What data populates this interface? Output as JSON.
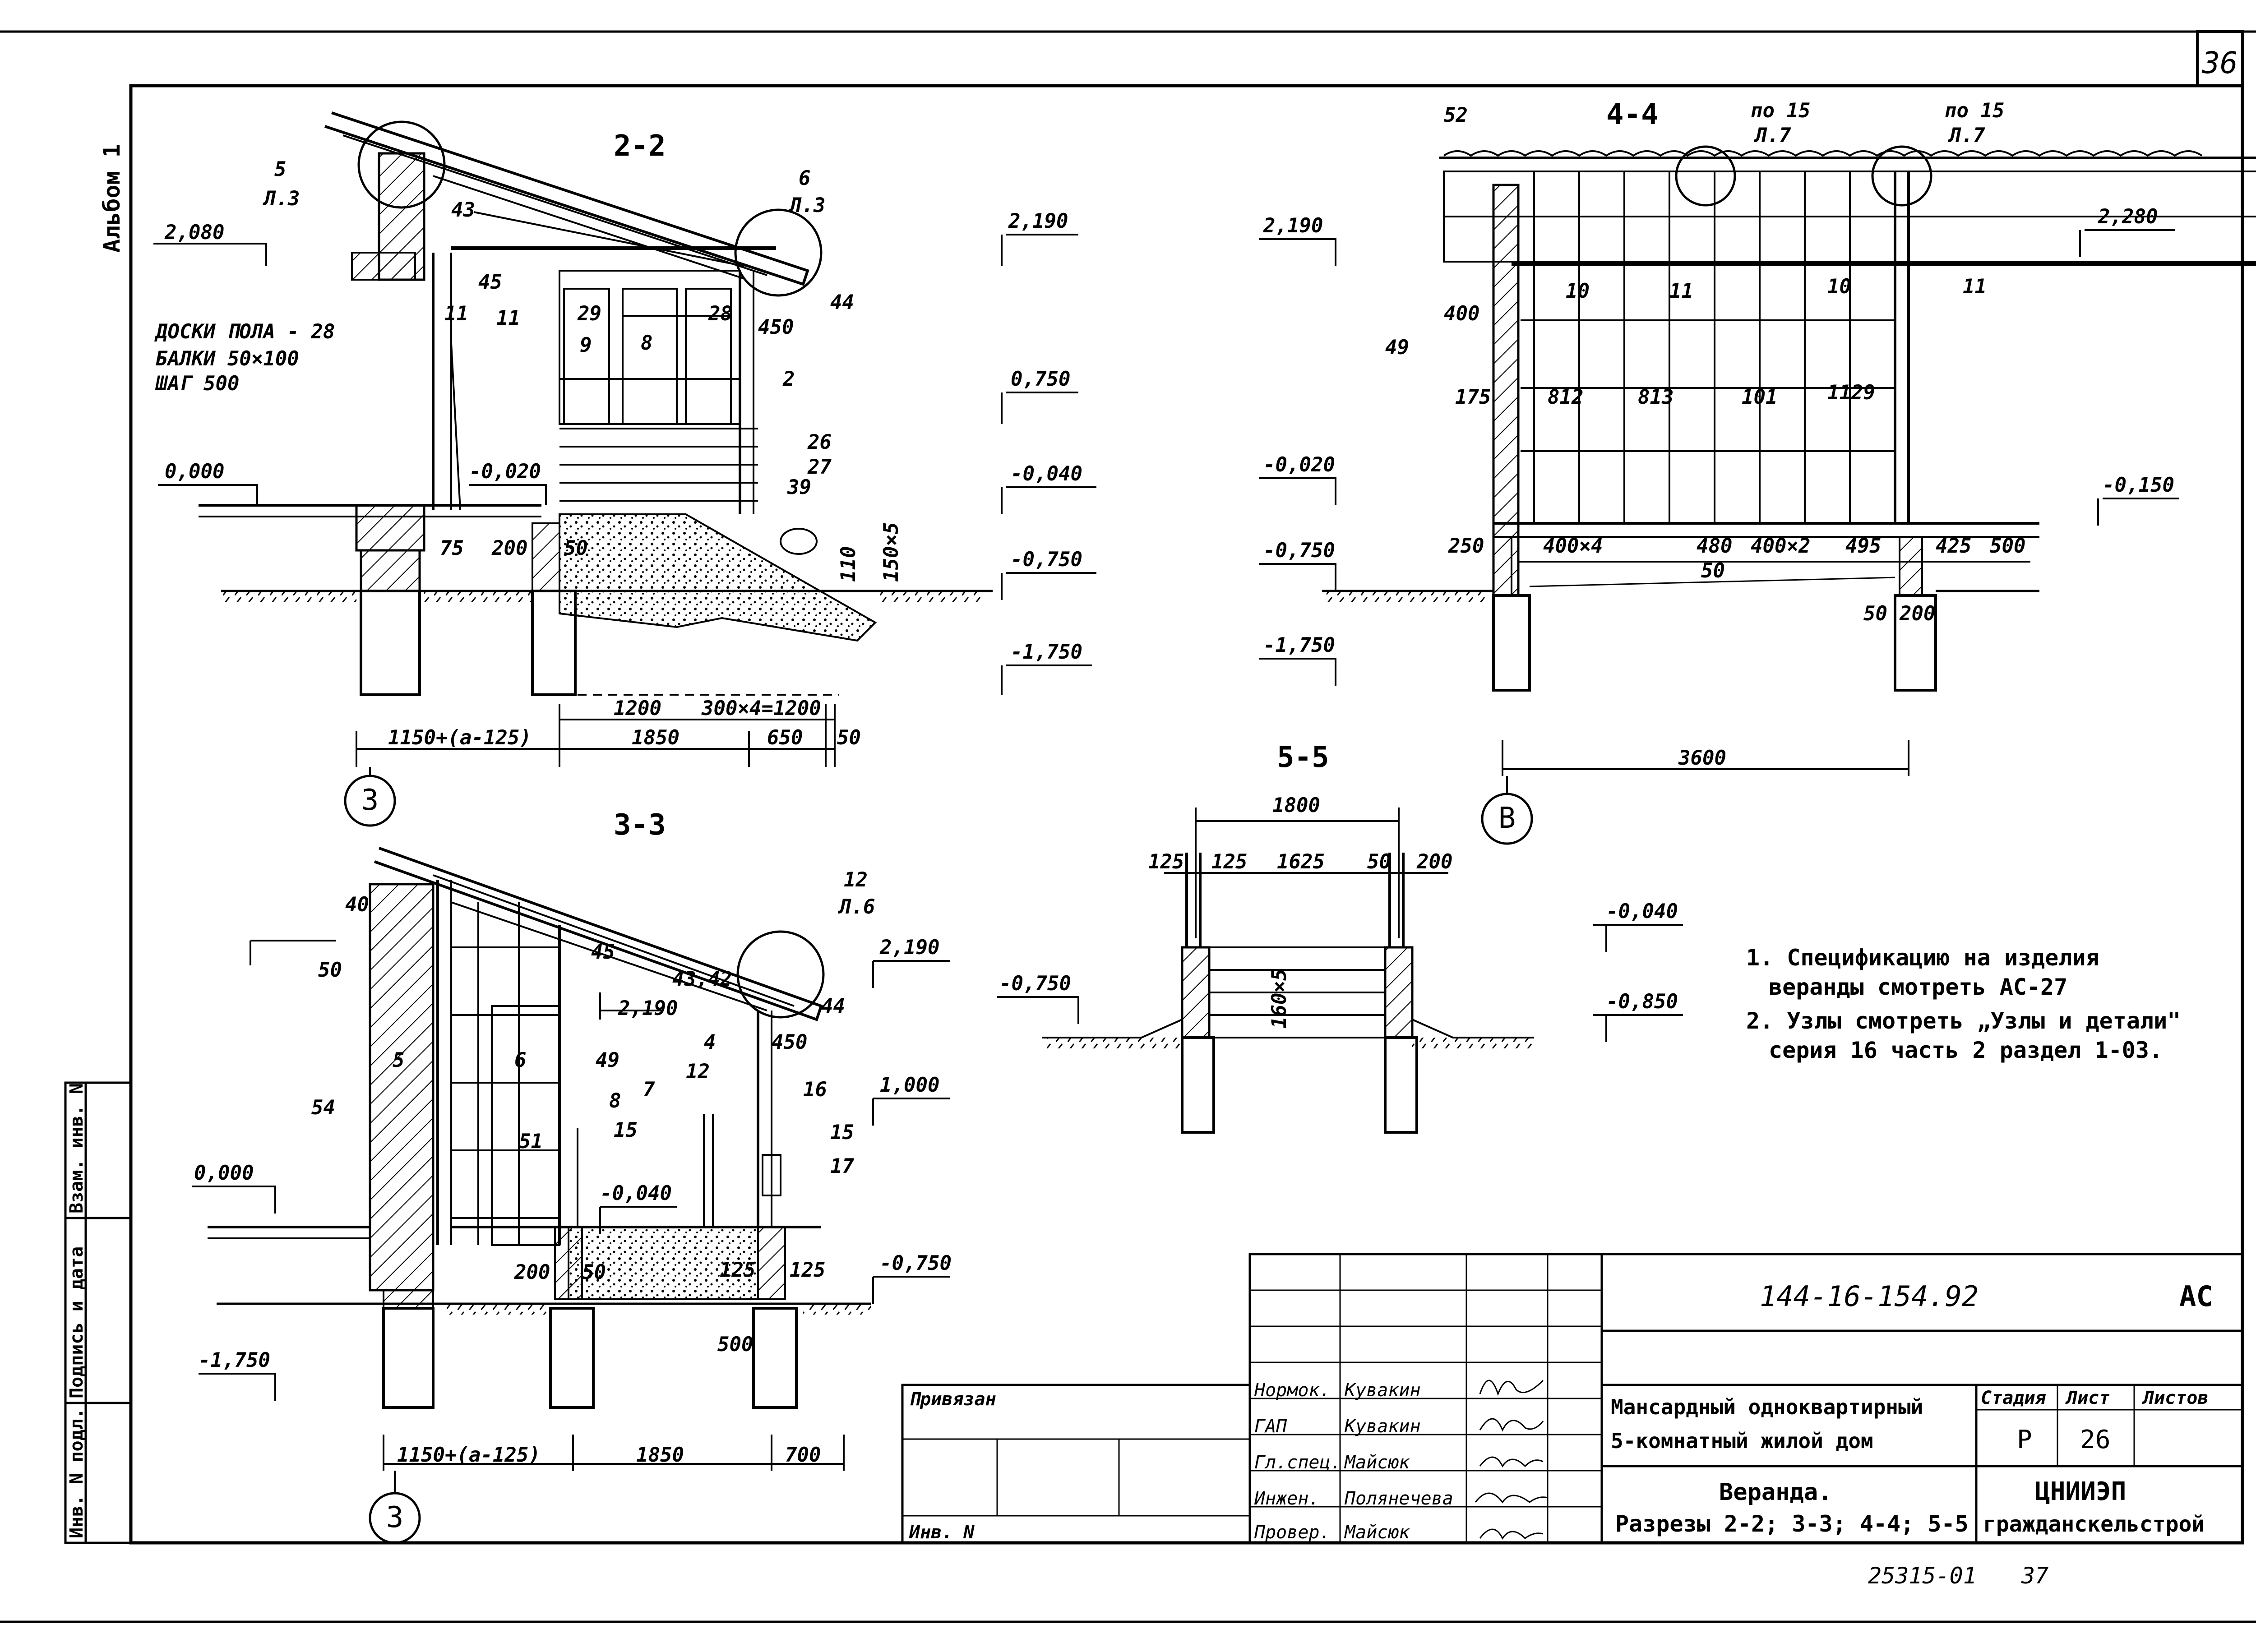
{
  "sheet": {
    "page_no": "36",
    "album": "Альбом 1",
    "footer_code": "25315-01",
    "footer_page": "37"
  },
  "side_stamp": [
    "Инв. N подл.",
    "Подпись и дата",
    "Взам. инв. N"
  ],
  "sections": {
    "s22": {
      "title": "2-2",
      "axis": "3"
    },
    "s33": {
      "title": "3-3",
      "axis": "3"
    },
    "s44": {
      "title": "4-4",
      "axis": "В"
    },
    "s55": {
      "title": "5-5"
    }
  },
  "labels": {
    "s22": {
      "n5": "5",
      "l3a": "Л.3",
      "n6": "6",
      "l3b": "Л.3",
      "n43": "43",
      "n45": "45",
      "n44": "44",
      "n11a": "11",
      "n11b": "11",
      "n29": "29",
      "n9": "9",
      "n8": "8",
      "n28": "28",
      "n450": "450",
      "n2": "2",
      "n26": "26",
      "n27": "27",
      "n39": "39",
      "floor1": "ДОСКИ ПОЛА - 28",
      "floor2": "БАЛКИ 50×100",
      "floor3": "ШАГ 500",
      "n75": "75",
      "n200": "200",
      "n50": "50",
      "n110": "110",
      "n150x5": "150×5",
      "d1200": "1200",
      "d300x4": "300×4=1200",
      "d1150": "1150+(а-125)",
      "d1850": "1850",
      "d650": "650",
      "d50": "50"
    },
    "s44": {
      "n52": "52",
      "po15a": "по 15",
      "l7a": "Л.7",
      "po15b": "по 15",
      "l7b": "Л.7",
      "n400": "400",
      "n49": "49",
      "n175": "175",
      "n10a": "10",
      "n11a": "11",
      "n10b": "10",
      "n11b": "11",
      "n812": "812",
      "n813": "813",
      "n101": "101",
      "n1129": "1129",
      "n250": "250",
      "d400x4": "400×4",
      "d480": "480",
      "d400x2": "400×2",
      "d495": "495",
      "d50a": "50",
      "d425": "425",
      "d500": "500",
      "d50b": "50",
      "d200": "200",
      "d3600": "3600"
    },
    "s33": {
      "n40": "40",
      "n50": "50",
      "n12": "12",
      "l6": "Л.6",
      "n45": "45",
      "n4342": "43,42",
      "n44": "44",
      "n5": "5",
      "n6": "6",
      "n49": "49",
      "n54": "54",
      "n51": "51",
      "n8": "8",
      "n7": "7",
      "n12b": "12",
      "n4": "4",
      "n450": "450",
      "n16": "16",
      "n15a": "15",
      "n15b": "15",
      "n17": "17",
      "n200": "200",
      "n50b": "50",
      "n125a": "125",
      "n125b": "125",
      "n500": "500",
      "d1150": "1150+(а-125)",
      "d1850": "1850",
      "d700": "700"
    },
    "s55": {
      "d1800": "1800",
      "d125a": "125",
      "d125b": "125",
      "d1625": "1625",
      "d50": "50",
      "d200": "200",
      "n160x5": "160×5"
    }
  },
  "levels": {
    "s22_2080": "2,080",
    "s22_0000": "0,000",
    "s22_m0020": "-0,020",
    "c_2190": "2,190",
    "c_0750": "0,750",
    "c_m0040": "-0,040",
    "c_m0750": "-0,750",
    "c_m1750": "-1,750",
    "s44_2190": "2,190",
    "s44_m0020": "-0,020",
    "s44_m0750": "-0,750",
    "s44_m1750": "-1,750",
    "s44_2280": "2,280",
    "s44_m0150": "-0,150",
    "s55_m0040": "-0,040",
    "s55_m0750": "-0,750",
    "s55_m0850": "-0,850",
    "s33_2190a": "2,190",
    "s33_2190b": "2,190",
    "s33_1000": "1,000",
    "s33_0000": "0,000",
    "s33_m0040": "-0,040",
    "s33_m0750": "-0,750",
    "s33_m1750": "-1,750"
  },
  "notes": [
    "1. Спецификацию на изделия",
    "веранды смотреть АС-27",
    "2. Узлы смотреть „Узлы и детали\"",
    "серия 16 часть 2 раздел 1-03."
  ],
  "title_block": {
    "doc_code": "144-16-154.92",
    "mark": "АС",
    "project_line1": "Мансардный одноквартирный",
    "project_line2": "5-комнатный жилой дом",
    "sheet_title1": "Веранда.",
    "sheet_title2": "Разрезы 2-2; 3-3; 4-4; 5-5",
    "stage_hdr": "Стадия",
    "sheet_hdr": "Лист",
    "sheets_hdr": "Листов",
    "stage": "Р",
    "sheet_no": "26",
    "org1": "ЦНИИЭП",
    "org2": "гражданскельстрой",
    "privyazan": "Привязан",
    "inv": "Инв. N",
    "roles": [
      {
        "role": "Нормок.",
        "name": "Кувакин"
      },
      {
        "role": "ГАП",
        "name": "Кувакин"
      },
      {
        "role": "Гл.спец.",
        "name": "Майсюк"
      },
      {
        "role": "Инжен.",
        "name": "Полянечева"
      },
      {
        "role": "Провер.",
        "name": "Майсюк"
      }
    ]
  }
}
